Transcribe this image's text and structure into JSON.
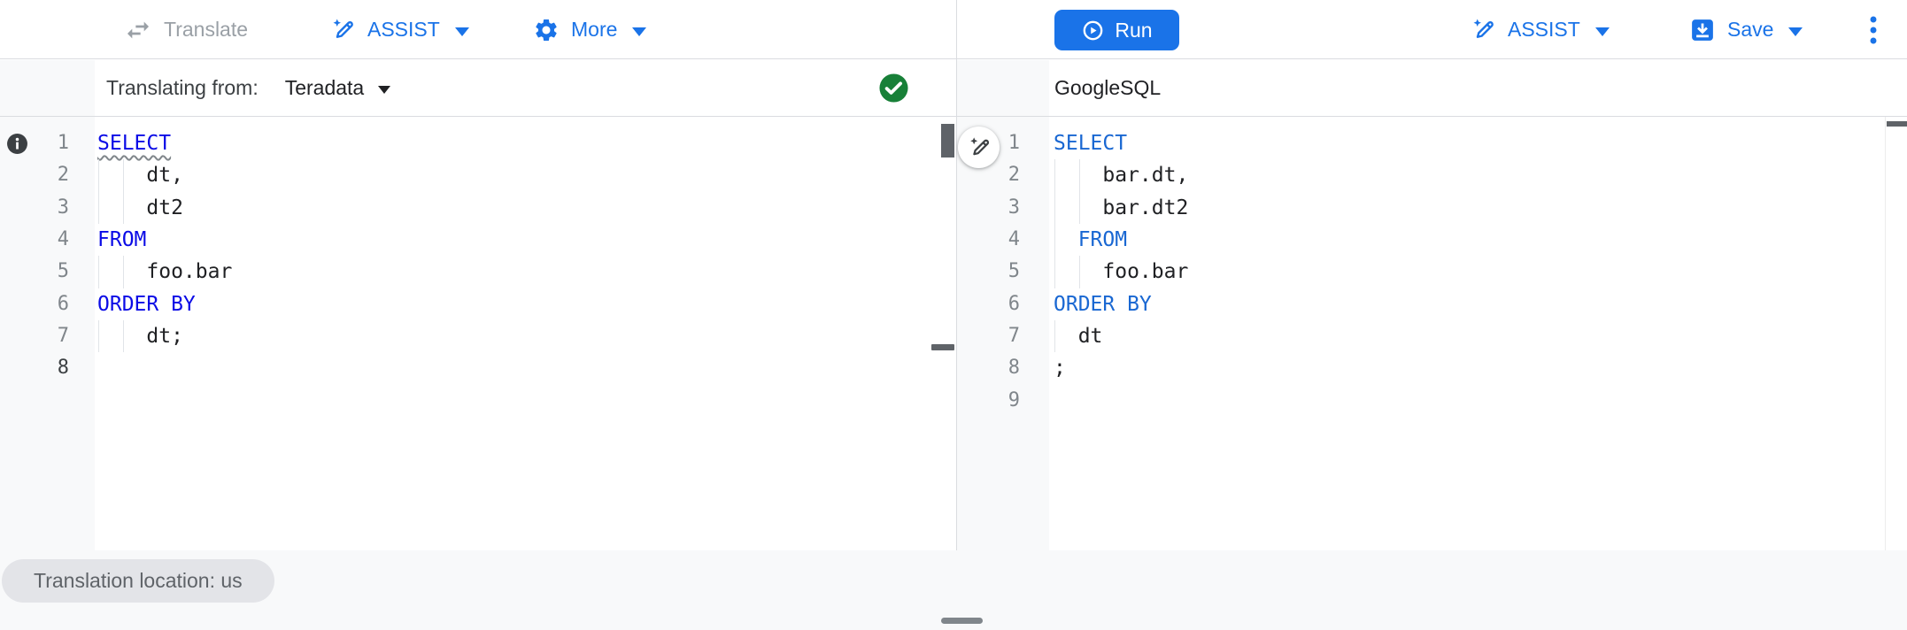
{
  "toolbar_left": {
    "translate_label": "Translate",
    "assist_label": "ASSIST",
    "more_label": "More"
  },
  "toolbar_right": {
    "run_label": "Run",
    "assist_label": "ASSIST",
    "save_label": "Save"
  },
  "source_panel": {
    "header_prefix": "Translating from:",
    "dialect": "Teradata",
    "status": "valid",
    "active_line": 8,
    "lines": [
      {
        "num": 1,
        "guides": [],
        "tokens": [
          {
            "text": "SELECT",
            "kind": "keyword",
            "squiggle": true
          }
        ]
      },
      {
        "num": 2,
        "guides": [
          0,
          2
        ],
        "tokens": [
          {
            "text": "    dt,",
            "kind": "plain"
          }
        ]
      },
      {
        "num": 3,
        "guides": [
          0,
          2
        ],
        "tokens": [
          {
            "text": "    dt2",
            "kind": "plain"
          }
        ]
      },
      {
        "num": 4,
        "guides": [],
        "tokens": [
          {
            "text": "FROM",
            "kind": "keyword"
          }
        ]
      },
      {
        "num": 5,
        "guides": [
          0,
          2
        ],
        "tokens": [
          {
            "text": "    foo.bar",
            "kind": "plain"
          }
        ]
      },
      {
        "num": 6,
        "guides": [],
        "tokens": [
          {
            "text": "ORDER BY",
            "kind": "keyword"
          }
        ]
      },
      {
        "num": 7,
        "guides": [
          0,
          2
        ],
        "tokens": [
          {
            "text": "    dt;",
            "kind": "plain"
          }
        ]
      },
      {
        "num": 8,
        "guides": [],
        "tokens": []
      }
    ]
  },
  "target_panel": {
    "title": "GoogleSQL",
    "active_line": 0,
    "lines": [
      {
        "num": 1,
        "guides": [],
        "tokens": [
          {
            "text": "SELECT",
            "kind": "keyword"
          }
        ]
      },
      {
        "num": 2,
        "guides": [
          0,
          2
        ],
        "tokens": [
          {
            "text": "    bar.dt,",
            "kind": "plain"
          }
        ]
      },
      {
        "num": 3,
        "guides": [
          0,
          2
        ],
        "tokens": [
          {
            "text": "    bar.dt2",
            "kind": "plain"
          }
        ]
      },
      {
        "num": 4,
        "guides": [
          0
        ],
        "tokens": [
          {
            "text": "  ",
            "kind": "plain"
          },
          {
            "text": "FROM",
            "kind": "keyword"
          }
        ]
      },
      {
        "num": 5,
        "guides": [
          0,
          2
        ],
        "tokens": [
          {
            "text": "    foo.bar",
            "kind": "plain"
          }
        ]
      },
      {
        "num": 6,
        "guides": [],
        "tokens": [
          {
            "text": "ORDER BY",
            "kind": "keyword"
          }
        ]
      },
      {
        "num": 7,
        "guides": [
          0
        ],
        "tokens": [
          {
            "text": "  dt",
            "kind": "plain"
          }
        ]
      },
      {
        "num": 8,
        "guides": [],
        "tokens": [
          {
            "text": ";",
            "kind": "plain"
          }
        ]
      },
      {
        "num": 9,
        "guides": [],
        "tokens": []
      }
    ]
  },
  "footer": {
    "location_chip": "Translation location: us"
  },
  "icons": {
    "translate": "swap-horizontal-arrows",
    "assist": "magic-pen-sparkle",
    "more": "gear",
    "run": "play-circle",
    "save": "save-arrow-into-tray",
    "overflow": "vertical-kebab",
    "source_status": "green-check-circle",
    "lint": "info-circle",
    "wand": "magic-pen-sparkle"
  },
  "colors": {
    "accent_blue": "#1a73e8",
    "keyword_blue_source": "#0b0be6",
    "keyword_blue_target": "#1967d2",
    "code_text": "#202124",
    "line_number": "#80868b",
    "line_number_active": "#3c4043",
    "border": "#dadce0",
    "gutter_bg": "#f8f9fa",
    "disabled_gray": "#9aa0a6",
    "status_green": "#188038",
    "chip_bg": "#e3e4e8",
    "chip_text": "#5f6368",
    "scrollbar_thumb": "#5f6368",
    "handle_gray": "#80868b",
    "page_bg": "#f8f9fa"
  }
}
